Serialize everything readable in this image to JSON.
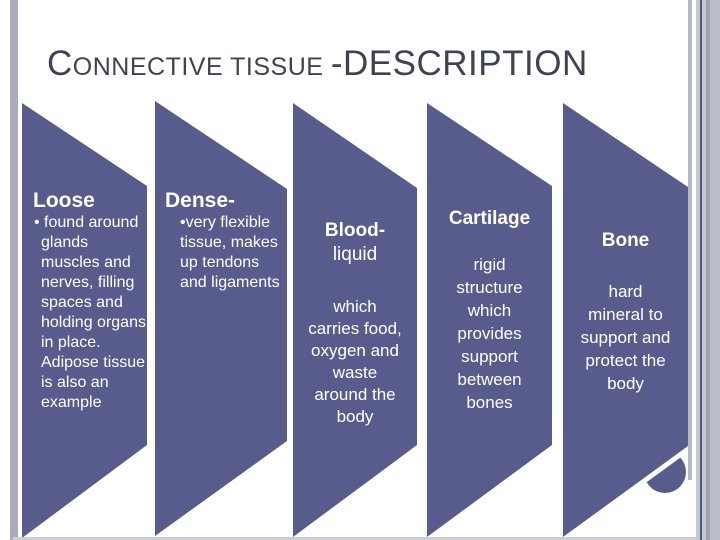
{
  "slide": {
    "title_cap": "C",
    "title_small": "ONNECTIVE TISSUE ",
    "title_rest": "-DESCRIPTION"
  },
  "columns": [
    {
      "heading": "Loose",
      "lines": [
        "• found around",
        "glands",
        "muscles and",
        "nerves, filling",
        "spaces and",
        "holding organs",
        "in place.",
        "Adipose tissue",
        "is also an",
        "example"
      ]
    },
    {
      "heading": "Dense-",
      "lines": [
        "•very flexible",
        "tissue, makes",
        "up tendons",
        "and ligaments"
      ]
    },
    {
      "heading": "Blood-",
      "subheading": "liquid",
      "lines": [
        "which",
        "carries food,",
        "oxygen and",
        "waste",
        "around the",
        "body"
      ]
    },
    {
      "heading": "Cartilage",
      "lines": [
        "rigid",
        "structure",
        "which",
        "provides",
        "support",
        "between",
        "bones"
      ]
    },
    {
      "heading": "Bone",
      "lines": [
        "hard",
        "mineral to",
        "support and",
        "protect the",
        "body"
      ]
    }
  ],
  "colors": {
    "panel_fill": "#575C8C",
    "panel_text": "#FFFFFF",
    "title_text": "#3E4254",
    "left_edge_bar": "#A9ABBC",
    "right_bar_light": "#C6C8D3",
    "right_bar_dark_line": "#53577A",
    "right_bar_medium": "#9EA2B3",
    "right_bar_wide": "#BABDCA",
    "bottom_edge_line": "#CBCDD7"
  }
}
